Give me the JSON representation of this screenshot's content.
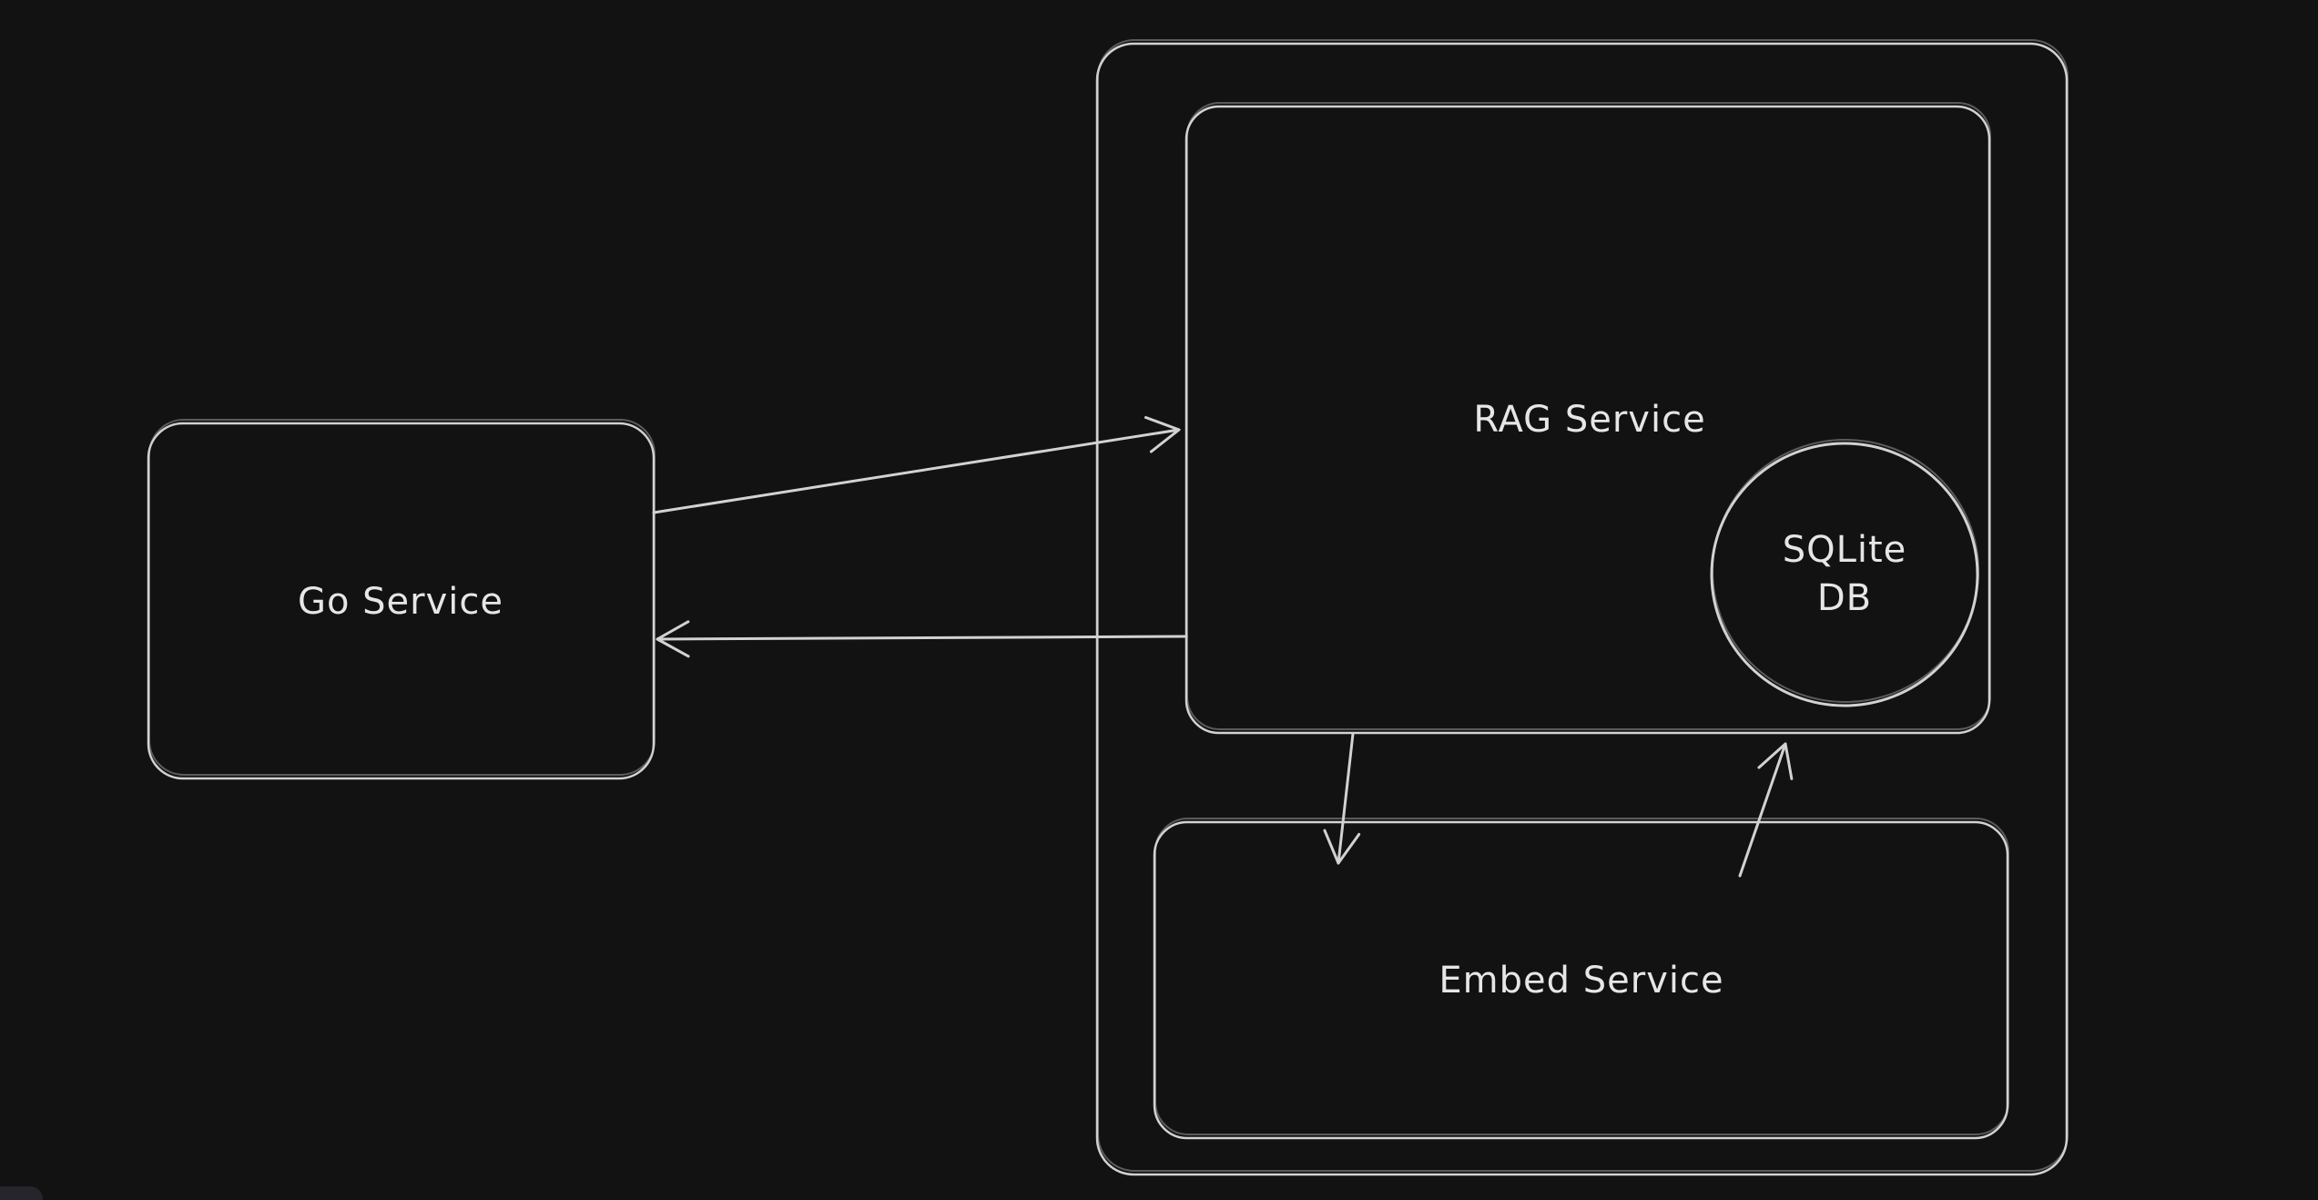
{
  "canvas": {
    "colors": {
      "background": "#121212",
      "stroke": "#d2d2d2",
      "text": "#e6e6e6",
      "panel": "#25252b"
    }
  },
  "diagram": {
    "nodes": {
      "go_service": {
        "label": "Go Service",
        "shape": "rectangle"
      },
      "group_container": {
        "label": "",
        "shape": "rectangle"
      },
      "rag_service": {
        "label": "RAG Service",
        "shape": "rectangle"
      },
      "sqlite_db": {
        "label_line1": "SQLite",
        "label_line2": "DB",
        "shape": "circle"
      },
      "embed_service": {
        "label": "Embed Service",
        "shape": "rectangle"
      }
    },
    "edges": [
      {
        "id": "go-to-rag",
        "from": "Go Service",
        "to": "RAG Service",
        "arrowhead": "end"
      },
      {
        "id": "rag-to-go",
        "from": "RAG Service",
        "to": "Go Service",
        "arrowhead": "end"
      },
      {
        "id": "rag-to-embed",
        "from": "RAG Service",
        "to": "Embed Service",
        "arrowhead": "end"
      },
      {
        "id": "embed-to-sqlite",
        "from": "Embed Service",
        "to": "SQLite DB",
        "arrowhead": "end"
      }
    ]
  }
}
